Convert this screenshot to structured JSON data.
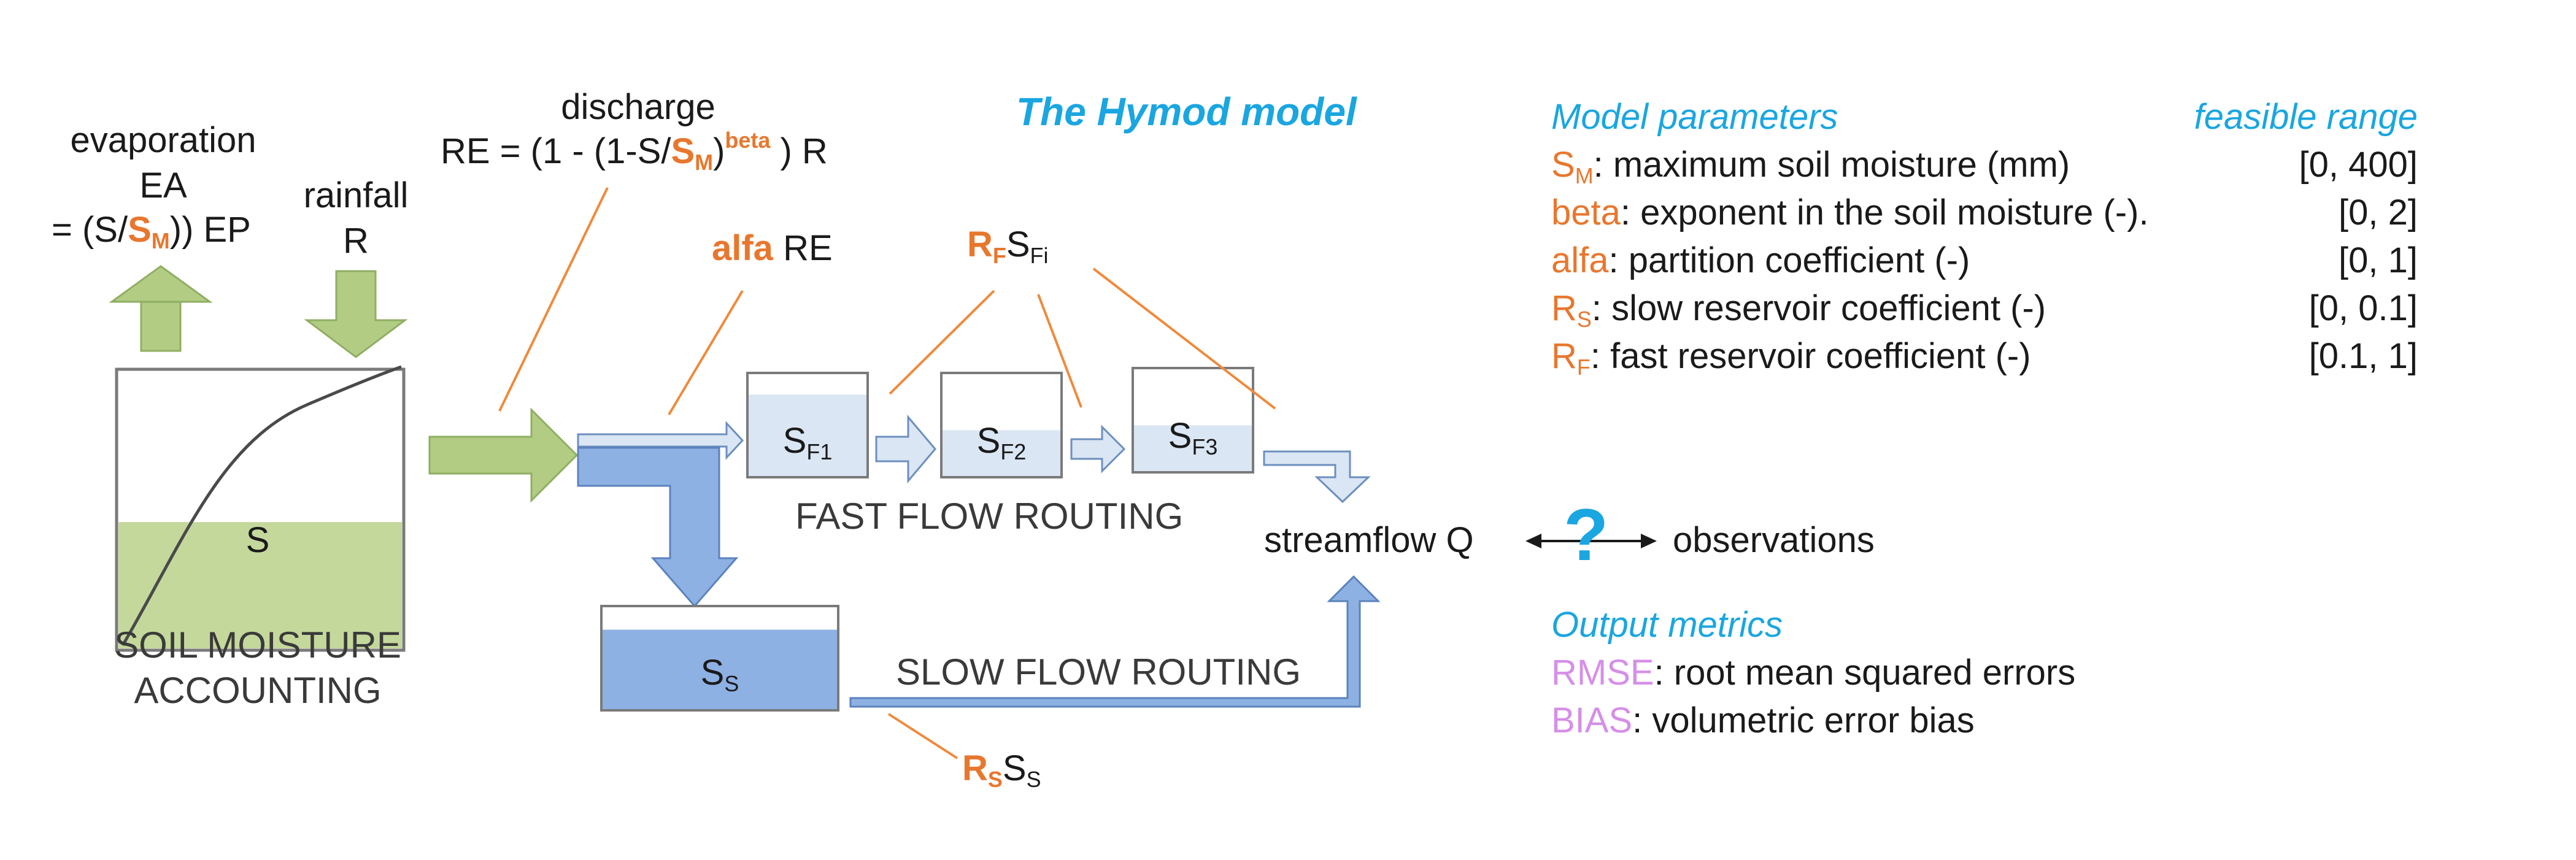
{
  "title": "The Hymod model",
  "soil": {
    "evaporation_label": "evaporation",
    "ea_label": "EA",
    "ea_formula_prefix": "= (S/",
    "ea_formula_param": "S",
    "ea_formula_param_sub": "M",
    "ea_formula_suffix": ")) EP",
    "rainfall_label": "rainfall",
    "rainfall_symbol": "R",
    "store_label": "S",
    "caption_line1": "SOIL MOISTURE",
    "caption_line2": "ACCOUNTING",
    "fill_fraction": 0.59
  },
  "discharge": {
    "label": "discharge",
    "formula_prefix": "RE = (1 - (1-S/",
    "formula_param": "S",
    "formula_param_sub": "M",
    "formula_close": ")",
    "formula_exponent": "beta",
    "formula_suffix": " ) R"
  },
  "alfa": {
    "param": "alfa",
    "suffix": " RE"
  },
  "fast": {
    "coef_param": "R",
    "coef_param_sub": "F",
    "coef_store": "S",
    "coef_store_sub": "Fi",
    "reservoirs": [
      {
        "symbol": "S",
        "sub": "F1",
        "fill_fraction": 0.8
      },
      {
        "symbol": "S",
        "sub": "F2",
        "fill_fraction": 0.45
      },
      {
        "symbol": "S",
        "sub": "F3",
        "fill_fraction": 0.45
      }
    ],
    "caption": "FAST FLOW ROUTING"
  },
  "slow": {
    "symbol": "S",
    "sub": "S",
    "caption": "SLOW FLOW ROUTING",
    "coef_param": "R",
    "coef_param_sub": "S",
    "coef_store": "S",
    "coef_store_sub": "S",
    "fill_fraction": 0.78
  },
  "outlet": {
    "streamflow_label": "streamflow  Q",
    "question_mark": "?",
    "observations_label": "observations"
  },
  "parameters": {
    "heading": "Model parameters",
    "range_heading": "feasible range",
    "items": [
      {
        "symbol": "S",
        "sub": "M",
        "desc": ": maximum soil moisture (mm)",
        "range": "[0, 400]"
      },
      {
        "symbol": "beta",
        "sub": "",
        "desc": ": exponent in the soil moisture (-).",
        "range": "[0, 2]"
      },
      {
        "symbol": "alfa",
        "sub": "",
        "desc": ": partition coefficient (-)",
        "range": "[0, 1]"
      },
      {
        "symbol": "R",
        "sub": "S",
        "desc": ": slow reservoir coefficient (-)",
        "range": "[0, 0.1]"
      },
      {
        "symbol": "R",
        "sub": "F",
        "desc": ": fast reservoir coefficient (-)",
        "range": "[0.1, 1]"
      }
    ]
  },
  "metrics": {
    "heading": "Output metrics",
    "items": [
      {
        "name": "RMSE",
        "desc": ": root mean squared errors"
      },
      {
        "name": "BIAS",
        "desc": ": volumetric error bias"
      }
    ]
  },
  "colors": {
    "parameter_orange": "#e8772e",
    "heading_blue": "#1aa6e0",
    "metric_pink": "#d58fe8",
    "soil_green": "#c5d89c",
    "slow_blue": "#8eb1e3",
    "fast_blue": "#dbe6f4",
    "connector_orange": "#ef8a3c"
  }
}
